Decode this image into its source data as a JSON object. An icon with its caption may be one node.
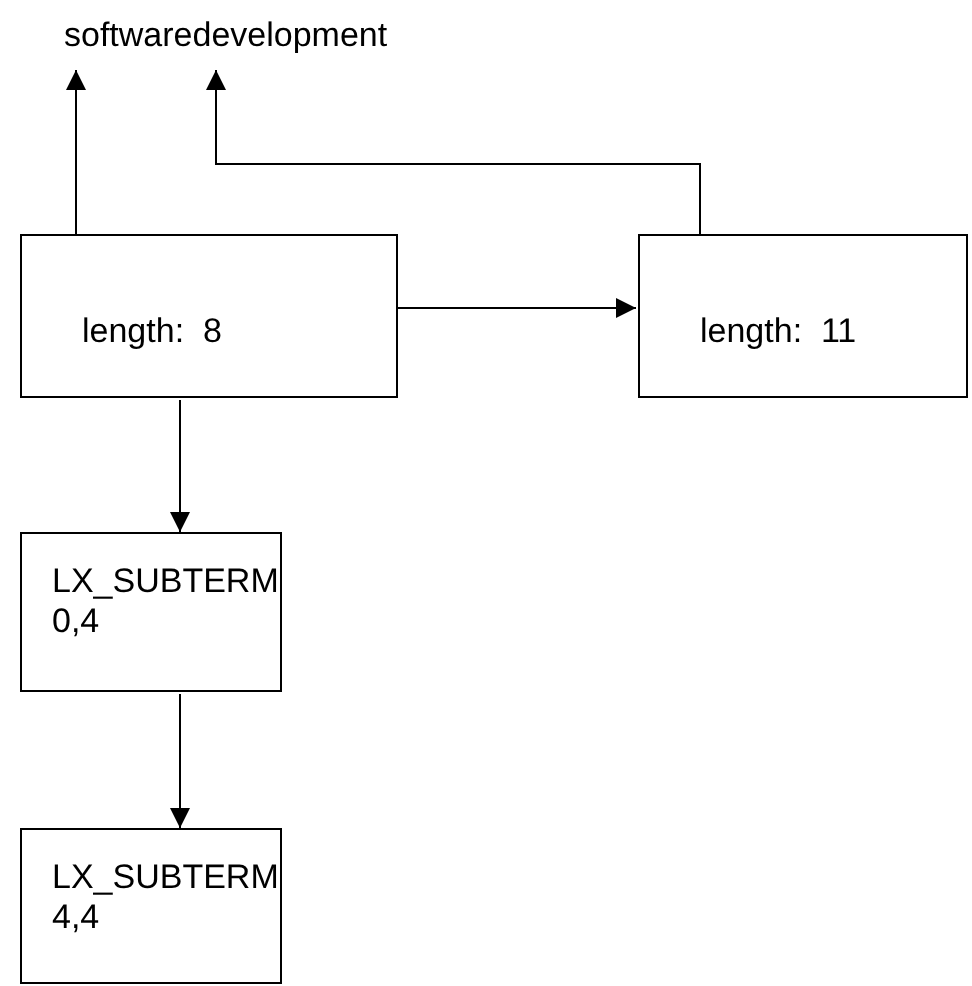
{
  "diagram": {
    "nodes": [
      {
        "text": [
          "softwaredevelopment"
        ]
      },
      {
        "text": [
          "length:  8"
        ]
      },
      {
        "text": [
          "length:  11"
        ]
      },
      {
        "text": [
          "LX_SUBTERM 0,4"
        ]
      },
      {
        "text": [
          "LX_SUBTERM 4,4"
        ]
      }
    ],
    "edges": [
      {
        "from": 1,
        "to": 0,
        "arrow": "to"
      },
      {
        "from": 2,
        "to": 0,
        "arrow": "to"
      },
      {
        "from": 1,
        "to": 2,
        "arrow": "to"
      },
      {
        "from": 1,
        "to": 3,
        "arrow": "to"
      },
      {
        "from": 3,
        "to": 4,
        "arrow": "to"
      }
    ]
  }
}
